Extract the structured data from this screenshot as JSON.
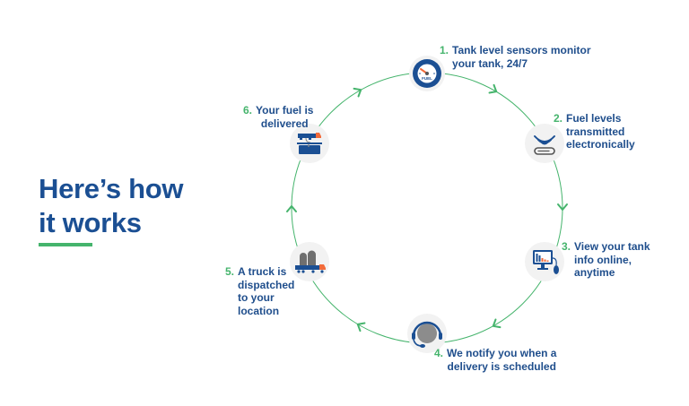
{
  "headline": {
    "line1": "Here’s how",
    "line2": "it works"
  },
  "colors": {
    "brand_blue": "#1b4f93",
    "accent_green": "#45b46c",
    "icon_orange": "#f26b3a",
    "icon_gray": "#8c8c8c",
    "icon_bg": "#f2f2f2"
  },
  "steps": [
    {
      "number": "1.",
      "lines": [
        "Tank level sensors monitor",
        "your tank, 24/7"
      ],
      "icon": "fuel-gauge-icon",
      "icon_label": "FUEL"
    },
    {
      "number": "2.",
      "lines": [
        "Fuel levels",
        "transmitted",
        "electronically"
      ],
      "icon": "wireless-transmitter-icon"
    },
    {
      "number": "3.",
      "lines": [
        "View your tank",
        "info online,",
        "anytime"
      ],
      "icon": "computer-monitor-icon"
    },
    {
      "number": "4.",
      "lines": [
        "We notify you when a",
        "delivery is scheduled"
      ],
      "icon": "headset-icon"
    },
    {
      "number": "5.",
      "lines": [
        "A truck is",
        "dispatched",
        "to your",
        "location"
      ],
      "icon": "tanker-truck-icon"
    },
    {
      "number": "6.",
      "lines": [
        "Your fuel is",
        "delivered"
      ],
      "icon": "fuel-delivery-icon"
    }
  ]
}
